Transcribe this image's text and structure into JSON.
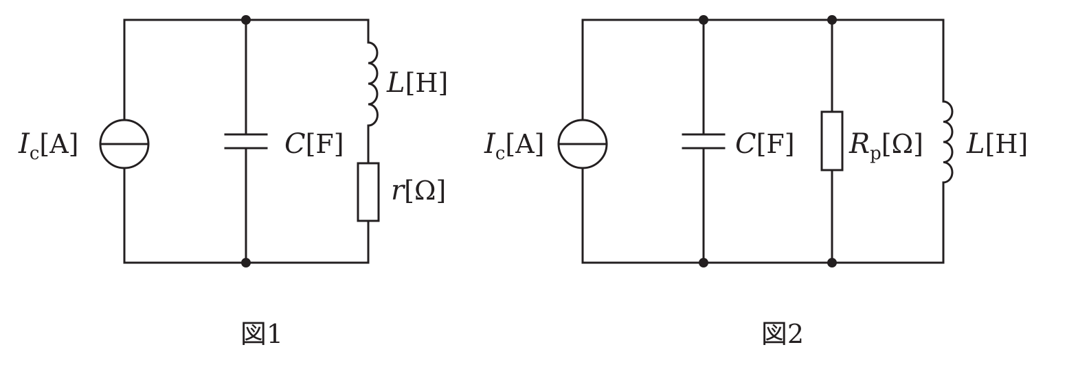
{
  "figures": [
    {
      "caption": "図1",
      "source": {
        "symbol": "I",
        "subscript": "c",
        "unit": "[A]"
      },
      "capacitor": {
        "symbol": "C",
        "unit": "[F]"
      },
      "inductor": {
        "symbol": "L",
        "unit": "[H]"
      },
      "resistor": {
        "symbol": "r",
        "unit": "[Ω]"
      }
    },
    {
      "caption": "図2",
      "source": {
        "symbol": "I",
        "subscript": "c",
        "unit": "[A]"
      },
      "capacitor": {
        "symbol": "C",
        "unit": "[F]"
      },
      "resistor": {
        "symbol": "R",
        "subscript": "p",
        "unit": "[Ω]"
      },
      "inductor": {
        "symbol": "L",
        "unit": "[H]"
      }
    }
  ],
  "colors": {
    "stroke": "#231f20",
    "background": "#ffffff"
  }
}
